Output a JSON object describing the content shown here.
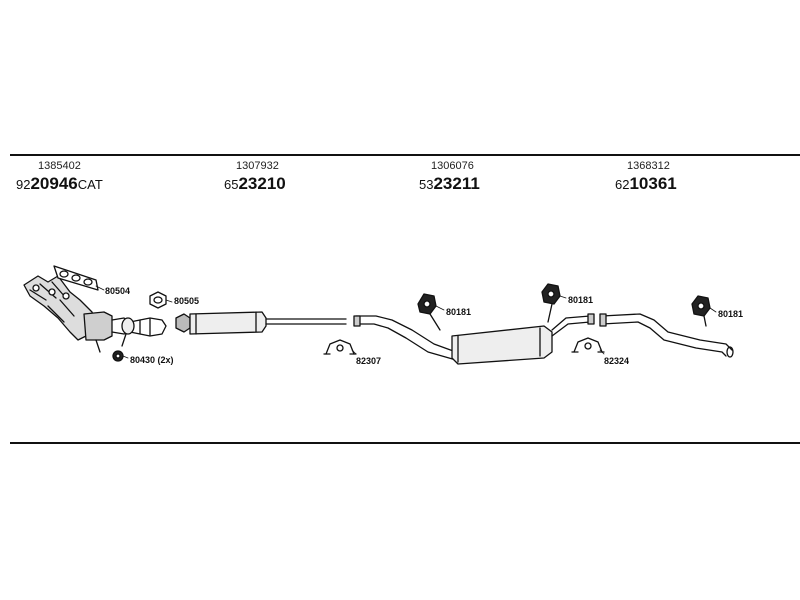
{
  "sections": [
    {
      "oe": "1385402",
      "prefix": "92",
      "main": "20946",
      "suffix": "CAT"
    },
    {
      "oe": "1307932",
      "prefix": "65",
      "main": "23210",
      "suffix": ""
    },
    {
      "oe": "1306076",
      "prefix": "53",
      "main": "23211",
      "suffix": ""
    },
    {
      "oe": "1368312",
      "prefix": "62",
      "main": "10361",
      "suffix": ""
    }
  ],
  "labels": {
    "gasket_manifold": "80504",
    "gasket_flange": "80505",
    "nut": "80430 (2x)",
    "clamp_1": "82307",
    "hanger_1": "80181",
    "hanger_2": "80181",
    "clamp_2": "82324",
    "hanger_3": "80181"
  }
}
